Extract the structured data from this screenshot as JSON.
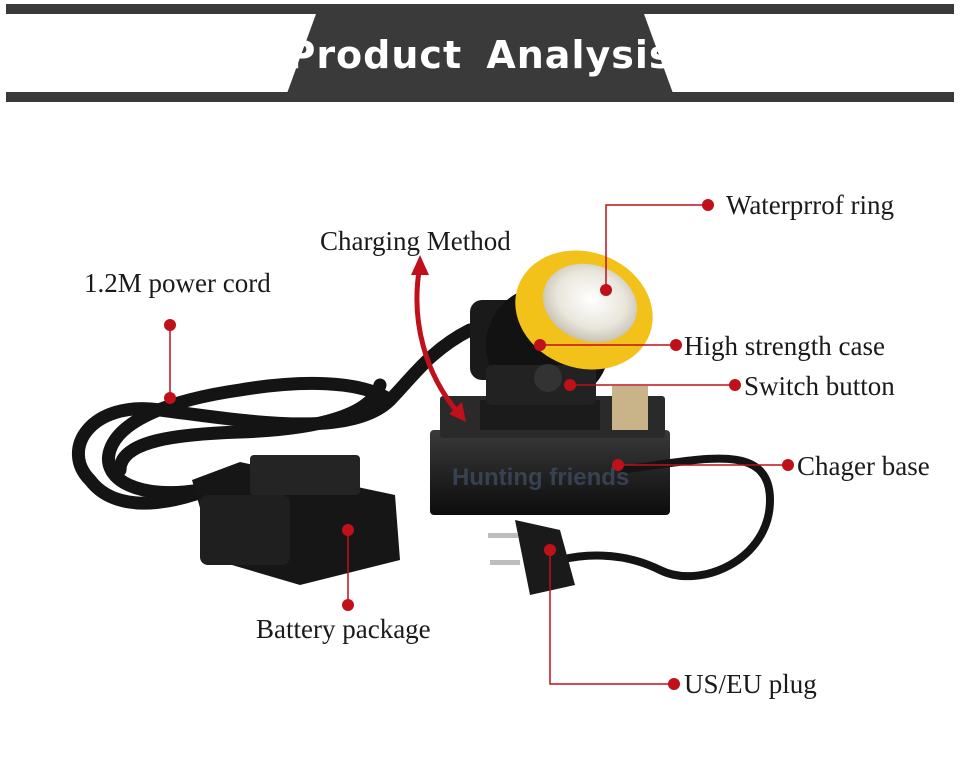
{
  "header": {
    "title": "Product Analysis"
  },
  "labels": {
    "waterproof_ring": "Waterprrof ring",
    "charging_method": "Charging Method",
    "power_cord": "1.2M power cord",
    "high_strength_case": "High strength case",
    "switch_button": "Switch button",
    "charger_base": "Chager base",
    "battery_package": "Battery package",
    "plug": "US/EU plug"
  },
  "watermark": "Hunting friends",
  "colors": {
    "callout": "#c0101a",
    "banner": "#3a3a3a",
    "lamp_rim": "#f2c21b"
  }
}
